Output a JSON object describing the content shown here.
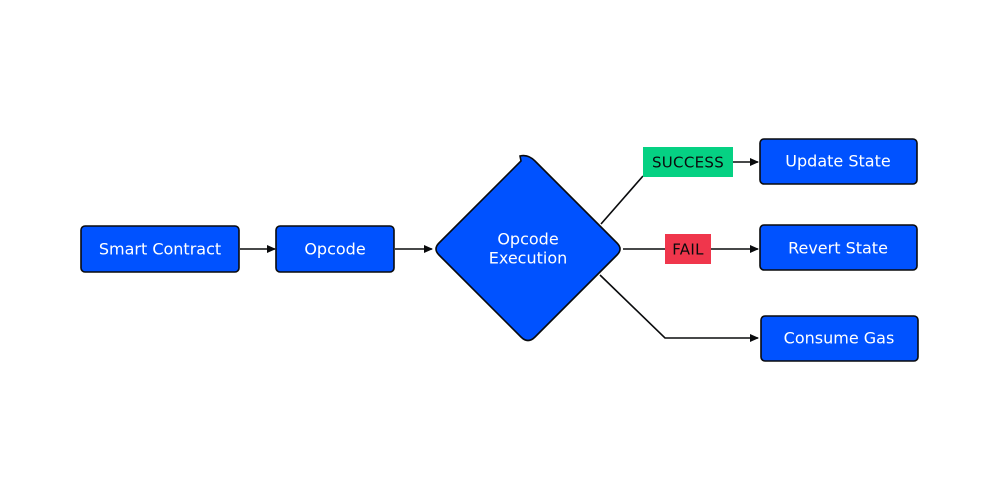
{
  "colors": {
    "node_fill": "#0052ff",
    "node_stroke": "#0a0b0d",
    "success": "#05d183",
    "fail": "#f0364c",
    "background": "#ffffff"
  },
  "nodes": {
    "smart_contract": "Smart Contract",
    "opcode": "Opcode",
    "execution_line1": "Opcode",
    "execution_line2": "Execution",
    "update_state": "Update State",
    "revert_state": "Revert State",
    "consume_gas": "Consume Gas"
  },
  "edge_labels": {
    "success": "SUCCESS",
    "fail": "FAIL"
  }
}
